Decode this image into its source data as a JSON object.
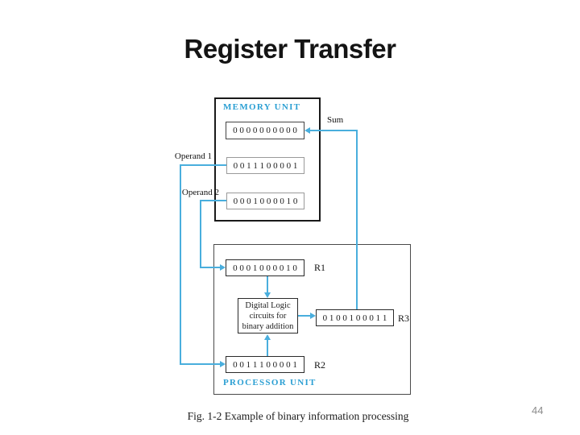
{
  "slide": {
    "title": "Register Transfer",
    "caption": "Fig. 1-2  Example of binary information processing",
    "page_number": "44"
  },
  "colors": {
    "accent_cyan": "#49aedd",
    "unit_label_cyan": "#2b9fd3",
    "title_color": "#141414",
    "page_number_gray": "#8c8c8c"
  },
  "diagram": {
    "memory": {
      "label": "MEMORY UNIT",
      "sum_value": "0 0 0 0 0 0 0 0 0 0",
      "operand1_label": "Operand 1",
      "operand1_value": "0 0 1 1 1 0 0 0 0 1",
      "operand2_label": "Operand 2",
      "operand2_value": "0 0 0 1 0 0 0 0 1 0"
    },
    "sum_line_label": "Sum",
    "processor": {
      "label": "PROCESSOR UNIT",
      "r1_name": "R1",
      "r1_value": "0 0 0 1 0 0 0 0 1 0",
      "r2_name": "R2",
      "r2_value": "0 0 1 1 1 0 0 0 0 1",
      "r3_name": "R3",
      "r3_value": "0 1 0 0 1 0 0 0 1 1",
      "logic_line1": "Digital Logic",
      "logic_line2": "circuits for",
      "logic_line3": "binary addition"
    }
  }
}
